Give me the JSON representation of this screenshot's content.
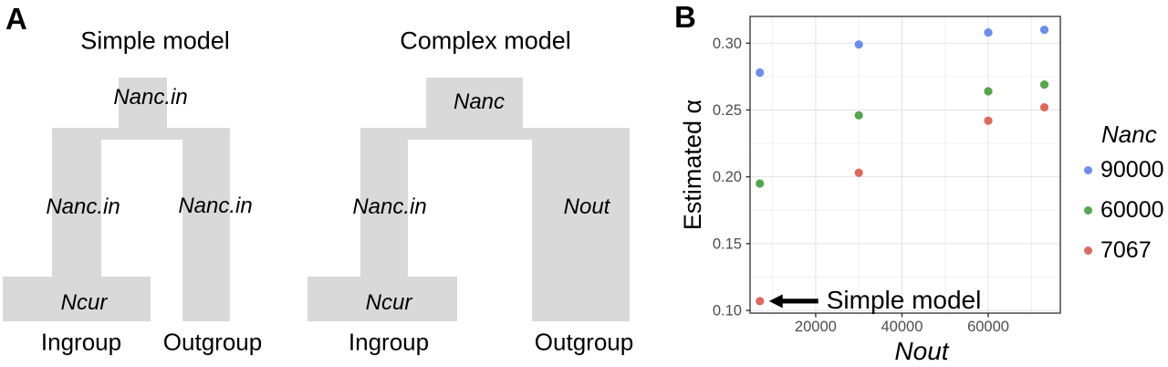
{
  "figure": {
    "panel_a_label": "A",
    "panel_b_label": "B"
  },
  "panel_a": {
    "shape_color": "#d9d9d9",
    "simple_model": {
      "title": "Simple model",
      "ancestral_label": "Nanc.in",
      "left_branch_label": "Nanc.in",
      "right_branch_label": "Nanc.in",
      "current_pop_label": "Ncur",
      "ingroup_label": "Ingroup",
      "outgroup_label": "Outgroup"
    },
    "complex_model": {
      "title": "Complex model",
      "ancestral_label": "Nanc",
      "left_branch_label": "Nanc.in",
      "right_branch_label": "Nout",
      "current_pop_label": "Ncur",
      "ingroup_label": "Ingroup",
      "outgroup_label": "Outgroup"
    }
  },
  "chart_data": {
    "type": "scatter",
    "title": "",
    "xlabel": "Nout",
    "ylabel": "Estimated α",
    "xlim": [
      4800,
      76700
    ],
    "ylim": [
      0.098,
      0.32
    ],
    "grid": true,
    "x_major_ticks": [
      20000,
      40000,
      60000
    ],
    "x_tick_labels": [
      "20000",
      "40000",
      "60000"
    ],
    "x_minor_ticks": [
      10000,
      30000,
      50000,
      70000
    ],
    "y_major_ticks": [
      0.1,
      0.15,
      0.2,
      0.25,
      0.3
    ],
    "y_tick_labels": [
      "0.10",
      "0.15",
      "0.20",
      "0.25",
      "0.30"
    ],
    "y_minor_ticks": [
      0.125,
      0.175,
      0.225,
      0.275
    ],
    "legend": {
      "title": "Nanc",
      "position": "right",
      "entries": [
        {
          "label": "90000",
          "color": "#6d8ee9"
        },
        {
          "label": "60000",
          "color": "#57a551"
        },
        {
          "label": "7067",
          "color": "#db6a5f"
        }
      ]
    },
    "series": [
      {
        "name": "90000",
        "color": "#6d8ee9",
        "points": [
          [
            7067,
            0.278
          ],
          [
            30000,
            0.299
          ],
          [
            60000,
            0.308
          ],
          [
            73000,
            0.31
          ]
        ]
      },
      {
        "name": "60000",
        "color": "#57a551",
        "points": [
          [
            7067,
            0.195
          ],
          [
            30000,
            0.246
          ],
          [
            60000,
            0.264
          ],
          [
            73000,
            0.269
          ]
        ]
      },
      {
        "name": "7067",
        "color": "#db6a5f",
        "points": [
          [
            7067,
            0.107
          ],
          [
            30000,
            0.203
          ],
          [
            60000,
            0.242
          ],
          [
            73000,
            0.252
          ]
        ]
      }
    ],
    "annotation": {
      "text": "Simple model",
      "point": [
        7067,
        0.107
      ]
    }
  }
}
